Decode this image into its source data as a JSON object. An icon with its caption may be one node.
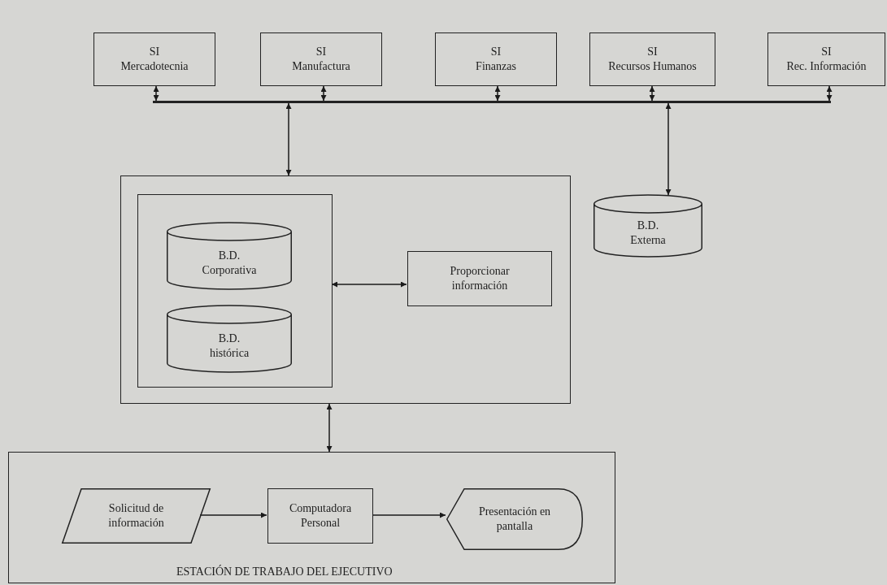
{
  "diagram": {
    "nodes": [
      {
        "text": [
          "SI",
          "Mercadotecnia"
        ]
      },
      {
        "text": [
          "SI",
          "Manufactura"
        ]
      },
      {
        "text": [
          "SI",
          "Finanzas"
        ]
      },
      {
        "text": [
          "SI",
          "Recursos Humanos"
        ]
      },
      {
        "text": [
          "SI",
          "Rec. Información"
        ]
      },
      {
        "text": [],
        "shape": "bar"
      },
      {
        "text": [],
        "shape": "box"
      },
      {
        "text": [],
        "shape": "box",
        "in": 6
      },
      {
        "text": [
          "B.D. Corporativa"
        ],
        "in": 7
      },
      {
        "text": [
          "B.D. histórica"
        ],
        "in": 7
      },
      {
        "text": [
          "Proporcionar información"
        ],
        "in": 6
      },
      {
        "text": [
          "B.D. Externa"
        ]
      },
      {
        "text": [
          "ESTACIÓN DE TRABAJO DEL EJECUTIVO"
        ]
      },
      {
        "text": [
          "Solicitud de información"
        ],
        "in": 12
      },
      {
        "text": [
          "Computadora Personal"
        ],
        "in": 12
      },
      {
        "text": [
          "Presentación en pantalla"
        ],
        "in": 12
      }
    ],
    "edges": [
      {
        "from": 0,
        "to": 5,
        "arrow": "both"
      },
      {
        "from": 1,
        "to": 5,
        "arrow": "both"
      },
      {
        "from": 2,
        "to": 5,
        "arrow": "both"
      },
      {
        "from": 3,
        "to": 5,
        "arrow": "both"
      },
      {
        "from": 4,
        "to": 5,
        "arrow": "both"
      },
      {
        "from": 5,
        "to": 6,
        "arrow": "both"
      },
      {
        "from": 5,
        "to": 11,
        "arrow": "both"
      },
      {
        "from": 7,
        "to": 10,
        "arrow": "both"
      },
      {
        "from": 6,
        "to": 12,
        "arrow": "both"
      },
      {
        "from": 13,
        "to": 14,
        "arrow": "to"
      },
      {
        "from": 14,
        "to": 15,
        "arrow": "to"
      }
    ]
  }
}
